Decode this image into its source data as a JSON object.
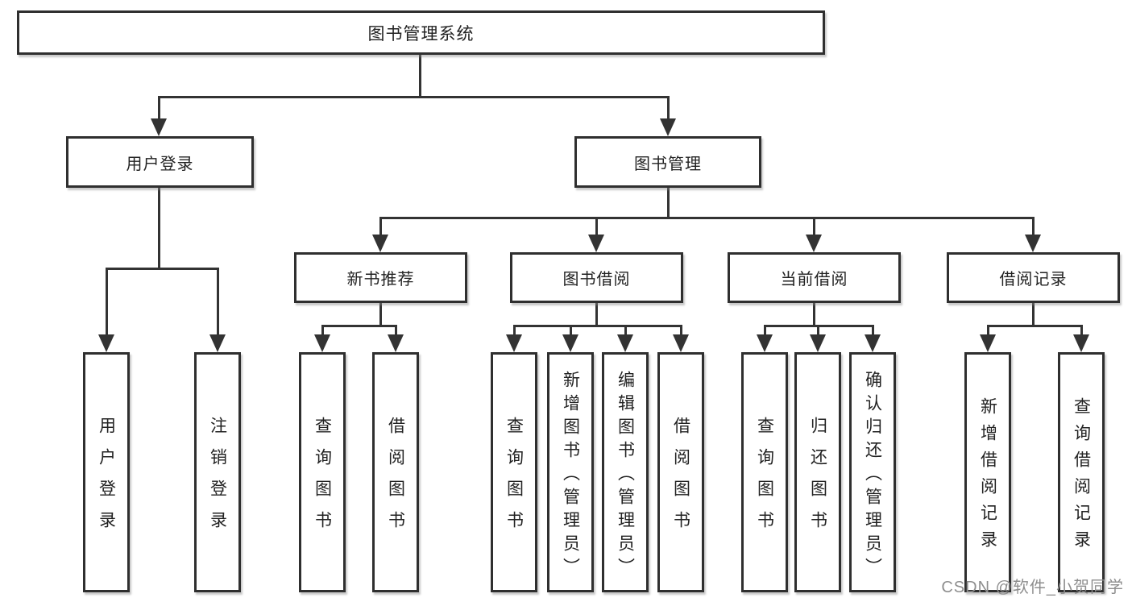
{
  "colors": {
    "background": "#ffffff",
    "line": "#333333",
    "box_border": "#2f2f2f",
    "text": "#222222",
    "watermark": "#8e8e8e"
  },
  "icons": {
    "arrow_down": "filled-triangle-down"
  },
  "tree": {
    "label": "图书管理系统",
    "children": [
      {
        "label": "用户登录",
        "children": [
          {
            "label": "用户登录"
          },
          {
            "label": "注销登录"
          }
        ]
      },
      {
        "label": "图书管理",
        "children": [
          {
            "label": "新书推荐",
            "children": [
              {
                "label": "查询图书"
              },
              {
                "label": "借阅图书"
              }
            ]
          },
          {
            "label": "图书借阅",
            "children": [
              {
                "label": "查询图书"
              },
              {
                "label": "新增图书（管理员）"
              },
              {
                "label": "编辑图书（管理员）"
              },
              {
                "label": "借阅图书"
              }
            ]
          },
          {
            "label": "当前借阅",
            "children": [
              {
                "label": "查询图书"
              },
              {
                "label": "归还图书"
              },
              {
                "label": "确认归还（管理员）"
              }
            ]
          },
          {
            "label": "借阅记录",
            "children": [
              {
                "label": "新增借阅记录"
              },
              {
                "label": "查询借阅记录"
              }
            ]
          }
        ]
      }
    ]
  },
  "watermark": {
    "text": "CSDN @软件_小贺同学"
  }
}
